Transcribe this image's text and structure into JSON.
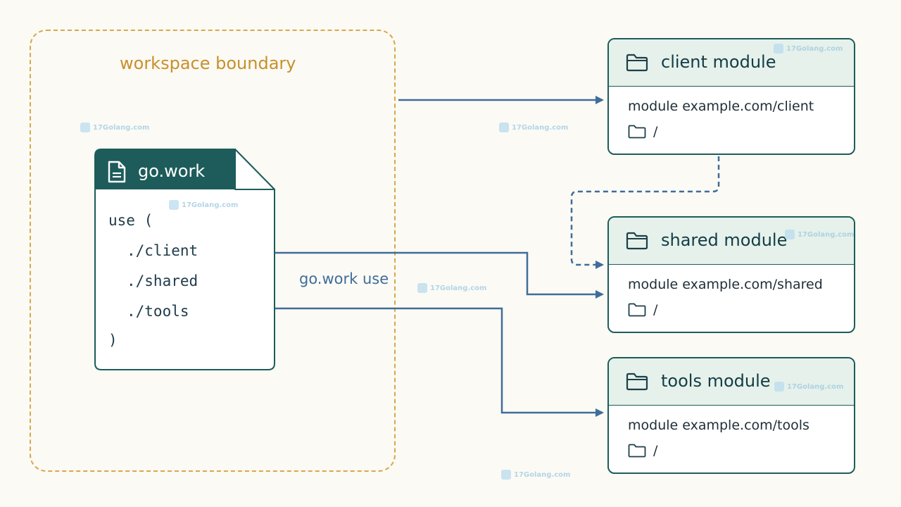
{
  "boundary": {
    "label": "workspace boundary"
  },
  "go_work": {
    "title": "go.work",
    "lines": [
      "use (",
      "./client",
      "./shared",
      "./tools",
      ")"
    ]
  },
  "edge_label": "go.work use",
  "modules": [
    {
      "title": "client module",
      "path": "module example.com/client",
      "dir": "/"
    },
    {
      "title": "shared module",
      "path": "module example.com/shared",
      "dir": "/"
    },
    {
      "title": "tools module",
      "path": "module example.com/tools",
      "dir": "/"
    }
  ],
  "watermark": "17Golang.com",
  "colors": {
    "background": "#fbfaf5",
    "boundary": "#d9a84a",
    "file_header": "#1d5c5a",
    "module_border": "#1d5c5a",
    "module_header": "#e5f1ea",
    "arrow": "#3f6d9a"
  },
  "icons": {
    "file": "document-icon",
    "folder": "folder-icon"
  }
}
